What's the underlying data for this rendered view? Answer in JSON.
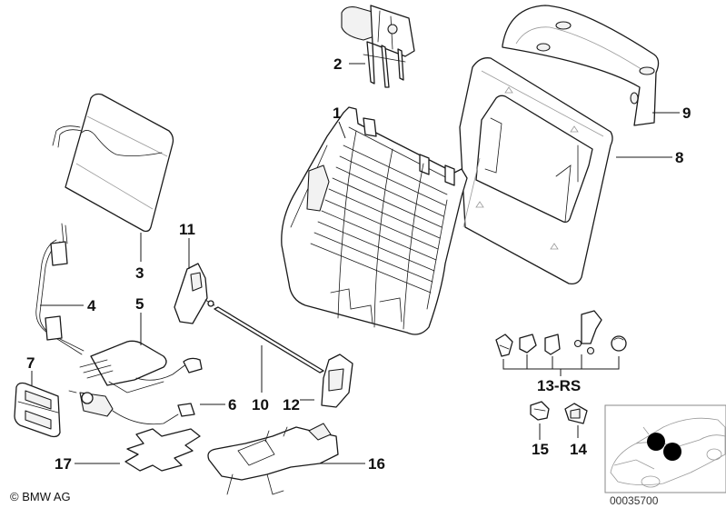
{
  "diagram": {
    "title": "Seat backrest frame and rear panel - parts diagram",
    "background_color": "#ffffff",
    "line_color": "#1a1a1a",
    "callouts": [
      {
        "id": "1",
        "label": "1",
        "part": "backrest-frame"
      },
      {
        "id": "2",
        "label": "2",
        "part": "headrest-guide-mechanism"
      },
      {
        "id": "3",
        "label": "3",
        "part": "seat-heating-element"
      },
      {
        "id": "4",
        "label": "4",
        "part": "wiring-harness"
      },
      {
        "id": "5",
        "label": "5",
        "part": "lumbar-support-unit"
      },
      {
        "id": "6",
        "label": "6",
        "part": "motor-with-cable"
      },
      {
        "id": "7",
        "label": "7",
        "part": "switch-block"
      },
      {
        "id": "8",
        "label": "8",
        "part": "rear-panel"
      },
      {
        "id": "9",
        "label": "9",
        "part": "upper-cover-trim"
      },
      {
        "id": "10",
        "label": "10",
        "part": "connecting-shaft"
      },
      {
        "id": "11",
        "label": "11",
        "part": "recliner-gear-left"
      },
      {
        "id": "12",
        "label": "12",
        "part": "recliner-gear-right"
      },
      {
        "id": "13-RS",
        "label": "13-RS",
        "part": "clip-set"
      },
      {
        "id": "14",
        "label": "14",
        "part": "clip-nut"
      },
      {
        "id": "15",
        "label": "15",
        "part": "clip"
      },
      {
        "id": "16",
        "label": "16",
        "part": "cable-guide-bracket"
      },
      {
        "id": "17",
        "label": "17",
        "part": "foam-pad"
      }
    ],
    "clip_set_item_count": 5,
    "copyright": "© BMW AG",
    "reference_number": "00035700",
    "inset": {
      "description": "vehicle location overview",
      "marker_count": 2,
      "marker_color": "#000000"
    }
  }
}
